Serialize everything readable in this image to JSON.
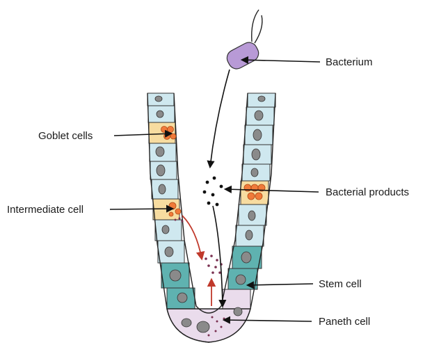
{
  "labels": {
    "bacterium": "Bacterium",
    "goblet_cells": "Goblet cells",
    "bacterial_products": "Bacterial products",
    "intermediate_cell": "Intermediate cell",
    "stem_cell": "Stem cell",
    "paneth_cell": "Paneth cell"
  },
  "colors": {
    "absorptive_cell": "#cfe8ef",
    "goblet_granule": "#f07a3a",
    "goblet_cell_fill": "#f7dca0",
    "stem_cell": "#5fb2b0",
    "paneth_cell": "#eadcec",
    "bacterium": "#b89ad6",
    "nucleus": "#8a8a8a",
    "signal_arrow": "#c0392b"
  },
  "icons": {
    "bacterium": "bacterium-icon",
    "bacterial_products": "dots-cluster"
  }
}
